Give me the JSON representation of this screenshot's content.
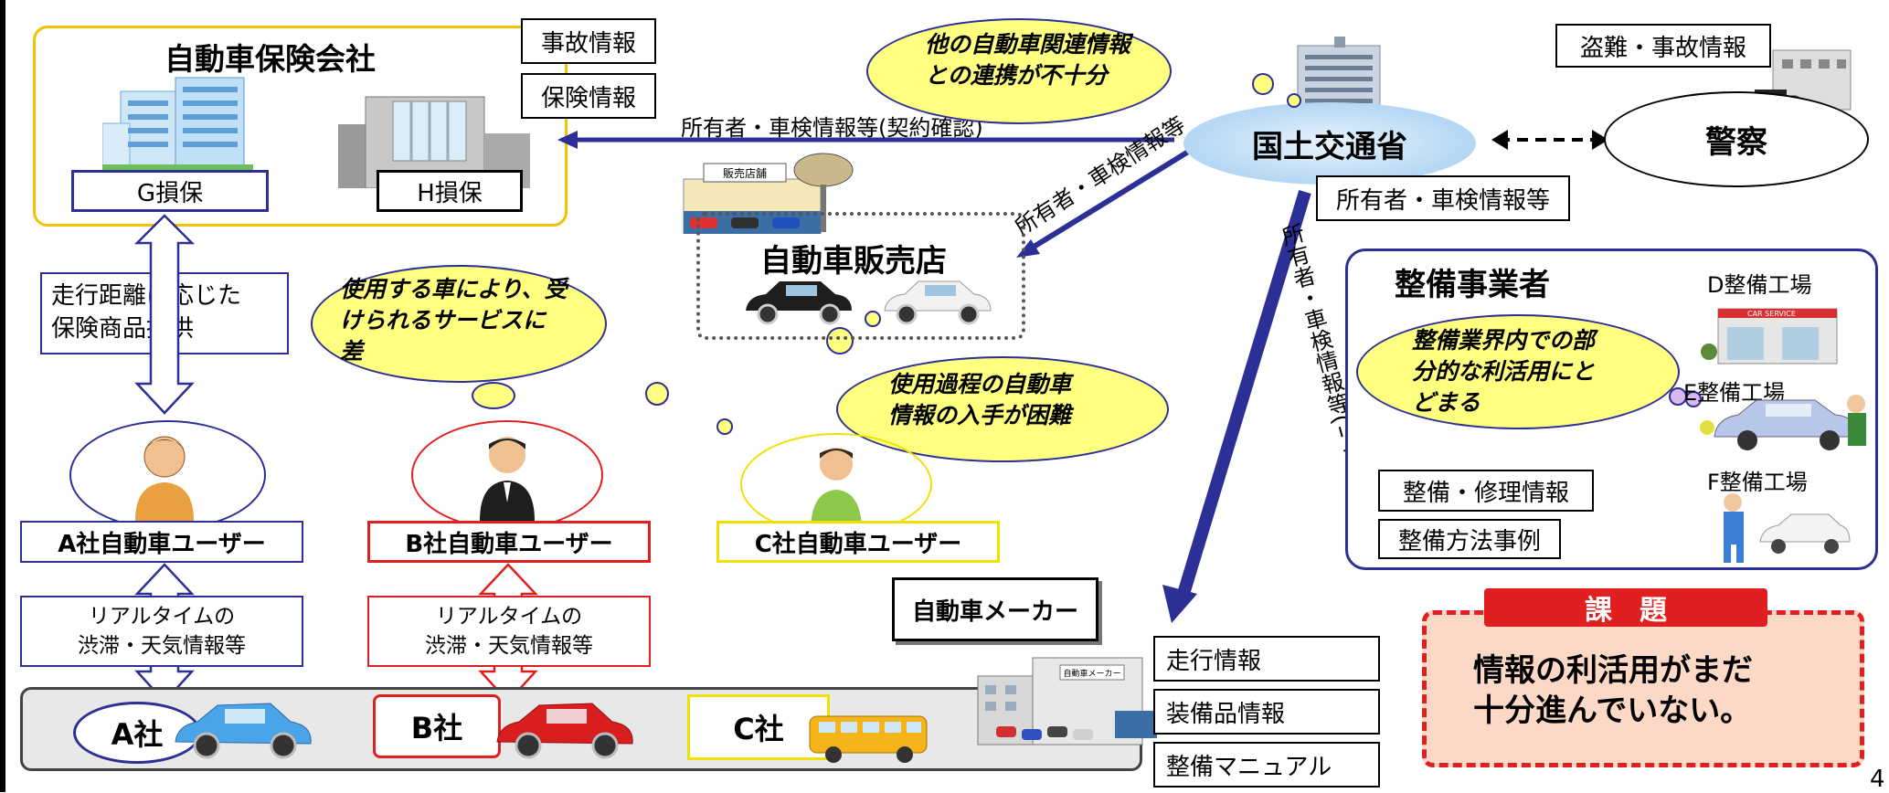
{
  "insurance": {
    "title": "自動車保険会社",
    "g_label": "G損保",
    "h_label": "H損保",
    "accident_info": "事故情報",
    "insurance_info": "保険情報",
    "product_text": "走行距離に応じた\n保険商品提供"
  },
  "mlit": {
    "title": "国土交通省",
    "owner_info": "所有者・車検情報等",
    "to_insurer": "所有者・車検情報等(契約確認)",
    "to_dealer": "所有者・車検情報等",
    "to_maker": "所有者・車検情報等(リコール対策)"
  },
  "police": {
    "title": "警察",
    "theft_info": "盗難・事故情報"
  },
  "dealer": {
    "title": "自動車販売店",
    "sign": "販売店舗"
  },
  "clouds": {
    "mlit_cloud": "他の自動車関連情報\nとの連携が不十分",
    "service_cloud": "使用する車により、受\nけられるサービスに\n差",
    "usage_cloud": "使用過程の自動車\n情報の入手が困難",
    "repair_cloud": "整備業界内での部\n分的な利活用にと\nどまる"
  },
  "repair": {
    "title": "整備事業者",
    "d": "D整備工場",
    "e": "E整備工場",
    "f": "F整備工場",
    "repair_info": "整備・修理情報",
    "method_cases": "整備方法事例",
    "car_service_sign": "CAR SERVICE"
  },
  "users": {
    "a": "A社自動車ユーザー",
    "b": "B社自動車ユーザー",
    "c": "C社自動車ユーザー"
  },
  "realtime": {
    "a": "リアルタイムの\n渋滞・天気情報等",
    "b": "リアルタイムの\n渋滞・天気情報等"
  },
  "companies": {
    "a": "A社",
    "b": "B社",
    "c": "C社"
  },
  "maker": {
    "title": "自動車メーカー",
    "building_sign": "自動車メーカー",
    "driving_info": "走行情報",
    "equipment_info": "装備品情報",
    "manual": "整備マニュアル"
  },
  "issue": {
    "header": "課　題",
    "text": "情報の利活用がまだ\n十分進んでいない。"
  },
  "page_number": "4"
}
